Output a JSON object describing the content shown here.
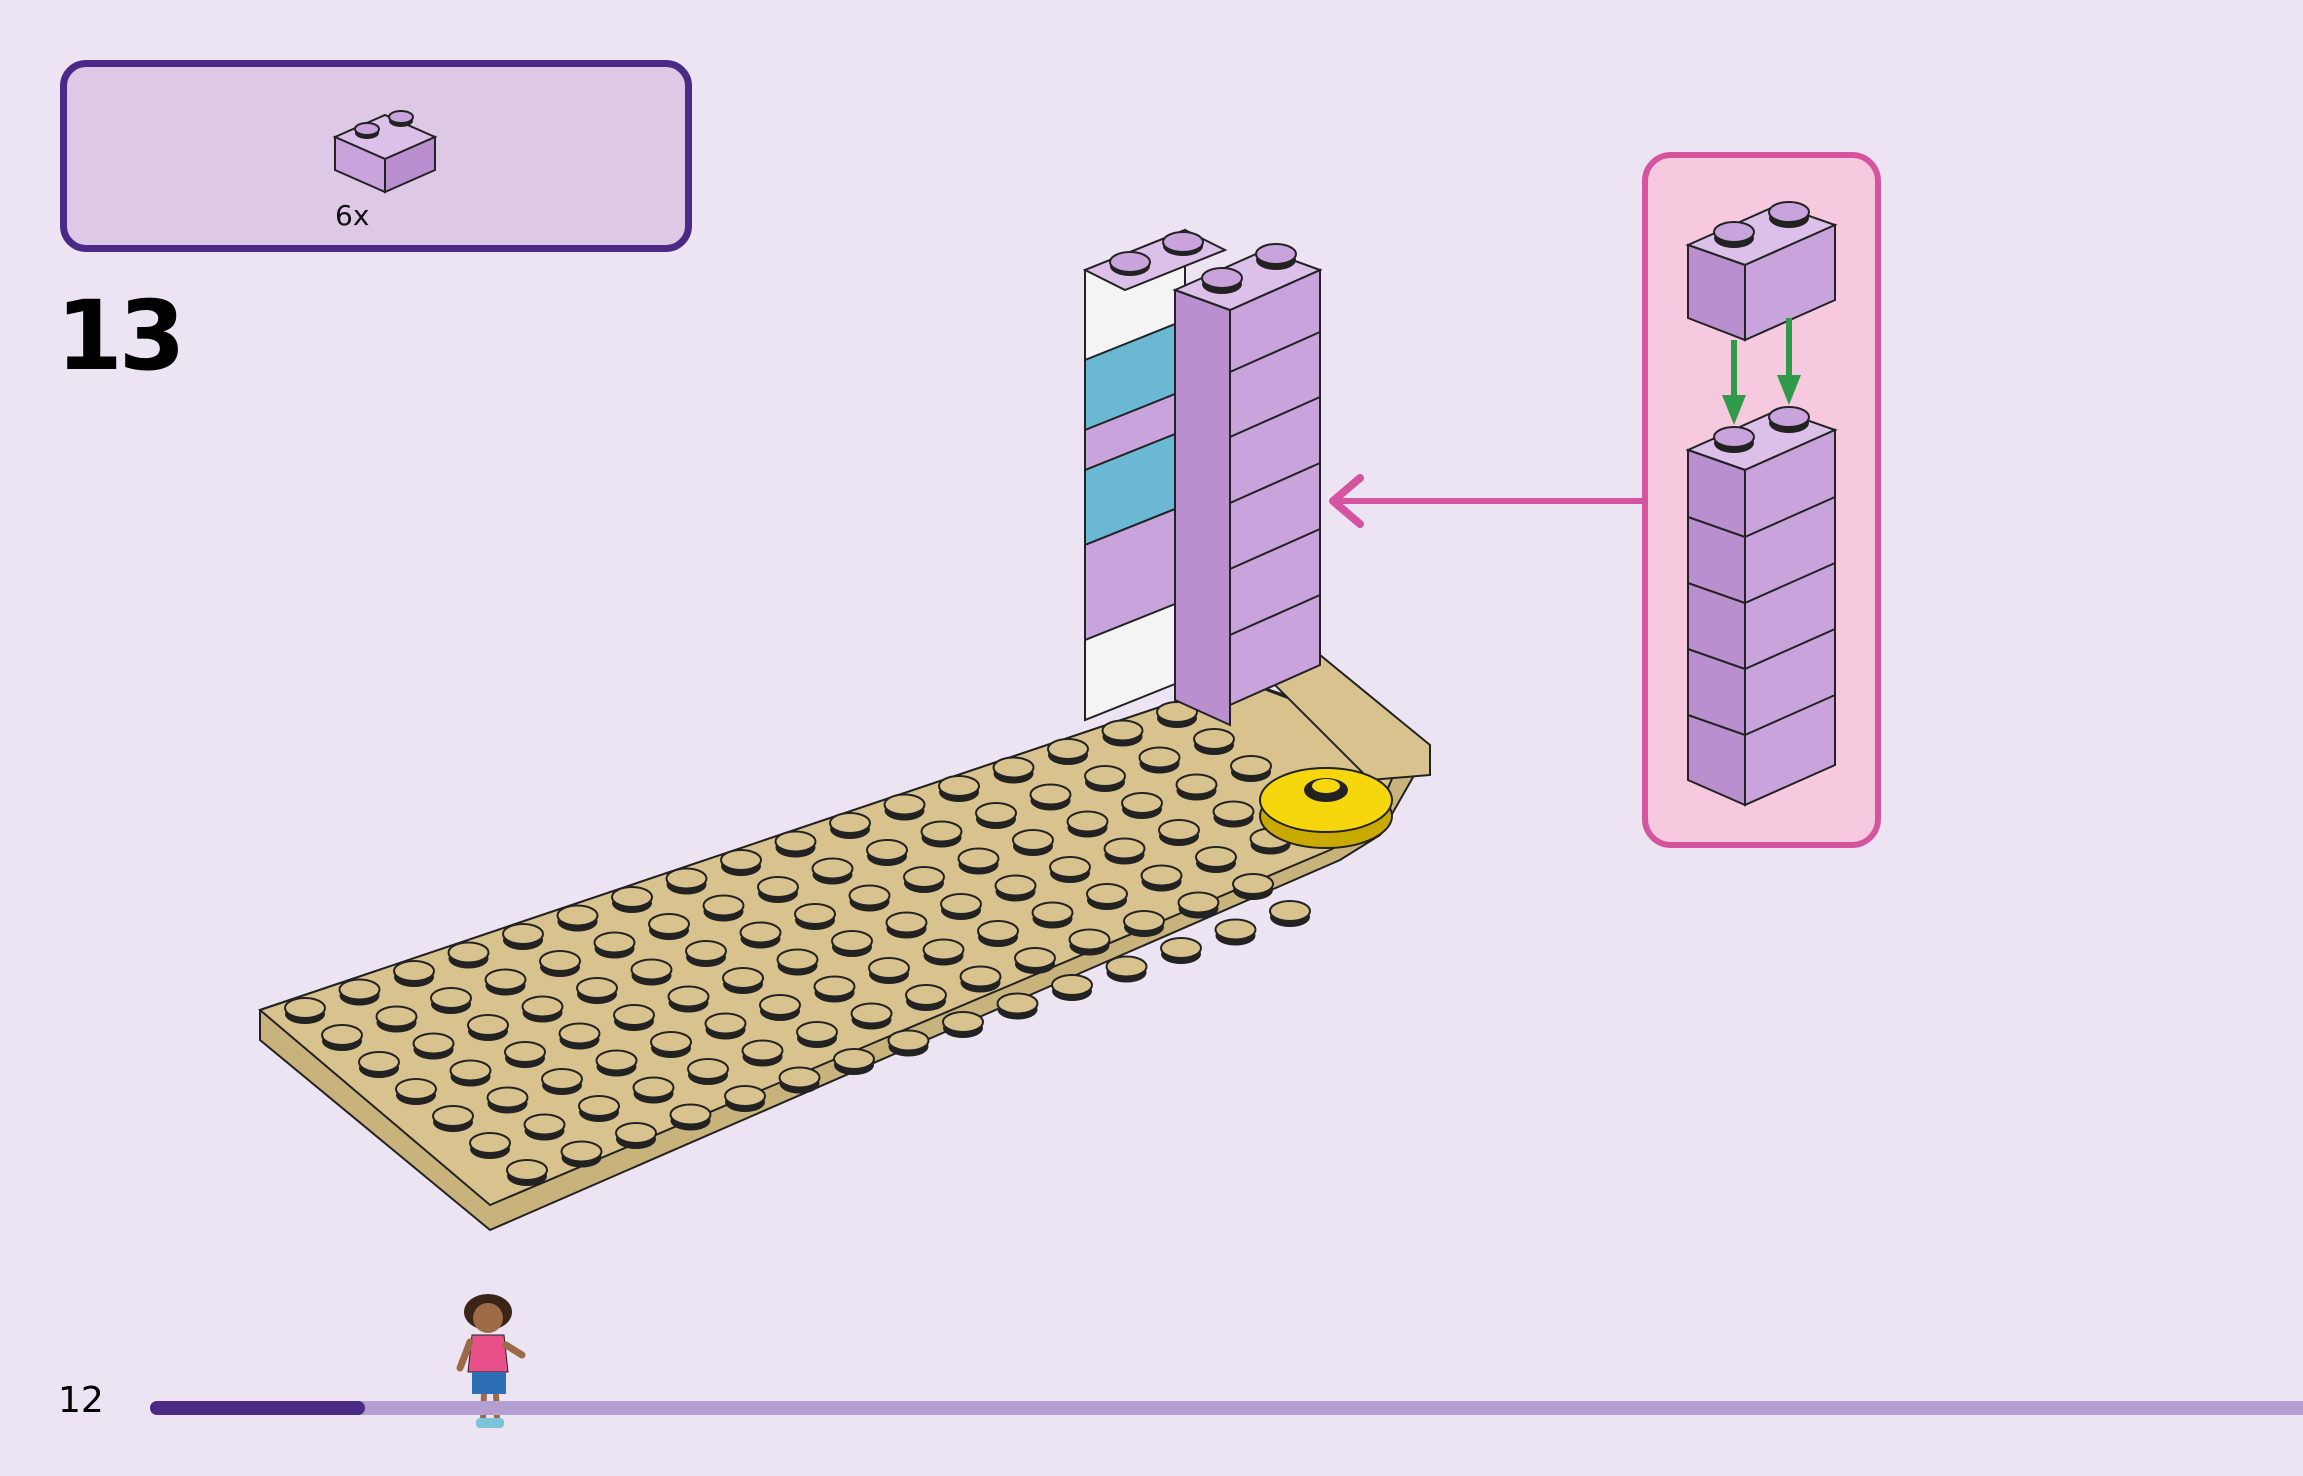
{
  "parts_list": {
    "items": [
      {
        "part": "brick-1x2",
        "color": "#c9a3dc",
        "quantity_label": "6x"
      }
    ]
  },
  "step": {
    "number": "13"
  },
  "page": {
    "number": "12",
    "progress_fraction": 0.1
  },
  "colors": {
    "background": "#ede4f3",
    "parts_box_border": "#4a2a86",
    "parts_box_fill": "#ddc9e6",
    "callout_border": "#d4549f",
    "callout_fill": "#f7c9df",
    "arrow_magenta": "#d4549f",
    "arrow_green": "#2f9a4a",
    "lavender_brick": "#c9a3dc",
    "azure_brick": "#6ab8d4",
    "white_brick": "#f4f4f4",
    "tan_plate": "#d8c38f",
    "yellow_tile": "#f6d70e",
    "progress_done": "#4a2a86",
    "progress_rest": "#b49fd2"
  }
}
